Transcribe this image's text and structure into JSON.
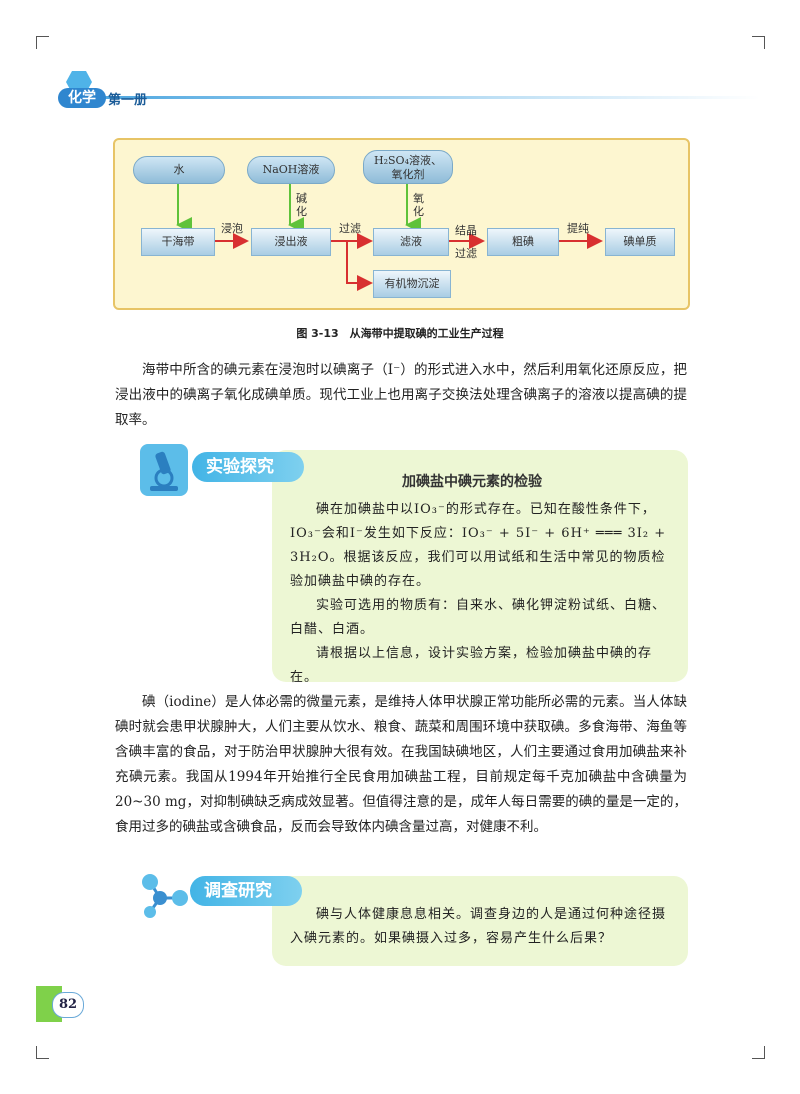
{
  "header": {
    "badge": "化学",
    "volume": "第一册"
  },
  "diagram": {
    "top_nodes": [
      "水",
      "NaOH溶液",
      "H₂SO₄溶液、",
      "氧化剂"
    ],
    "vertical_labels": {
      "alkali": "碱化",
      "oxidize": "氧化"
    },
    "steps": {
      "n1": "干海带",
      "n2": "浸出液",
      "n3": "滤液",
      "n4": "粗碘",
      "n5": "碘单质",
      "n6": "有机物沉淀"
    },
    "arrow_labels": {
      "a1": "浸泡",
      "a2": "过滤",
      "a3a": "结晶",
      "a3b": "过滤",
      "a4": "提纯"
    }
  },
  "caption": "图 3-13　从海带中提取碘的工业生产过程",
  "para1": "海带中所含的碘元素在浸泡时以碘离子（I⁻）的形式进入水中，然后利用氧化还原反应，把浸出液中的碘离子氧化成碘单质。现代工业上也用离子交换法处理含碘离子的溶液以提高碘的提取率。",
  "experiment": {
    "tab": "实验探究",
    "title": "加碘盐中碘元素的检验",
    "p1": "碘在加碘盐中以IO₃⁻的形式存在。已知在酸性条件下，IO₃⁻会和I⁻发生如下反应：IO₃⁻ + 5I⁻ + 6H⁺ ═══ 3I₂ + 3H₂O。根据该反应，我们可以用试纸和生活中常见的物质检验加碘盐中碘的存在。",
    "p2": "实验可选用的物质有：自来水、碘化钾淀粉试纸、白糖、白醋、白酒。",
    "p3": "请根据以上信息，设计实验方案，检验加碘盐中碘的存在。"
  },
  "para2": "碘（iodine）是人体必需的微量元素，是维持人体甲状腺正常功能所必需的元素。当人体缺碘时就会患甲状腺肿大，人们主要从饮水、粮食、蔬菜和周围环境中获取碘。多食海带、海鱼等含碘丰富的食品，对于防治甲状腺肿大很有效。在我国缺碘地区，人们主要通过食用加碘盐来补充碘元素。我国从1994年开始推行全民食用加碘盐工程，目前规定每千克加碘盐中含碘量为20~30 mg，对抑制碘缺乏病成效显著。但值得注意的是，成年人每日需要的碘的量是一定的，食用过多的碘盐或含碘食品，反而会导致体内碘含量过高，对健康不利。",
  "survey": {
    "tab": "调查研究",
    "text": "碘与人体健康息息相关。调查身边的人是通过何种途径摄入碘元素的。如果碘摄入过多，容易产生什么后果？"
  },
  "page_number": "82",
  "colors": {
    "tab": "#42b4e6",
    "box_bg": "#edf7d4",
    "arrow_red": "#d83030",
    "arrow_green": "#5fc23a"
  }
}
